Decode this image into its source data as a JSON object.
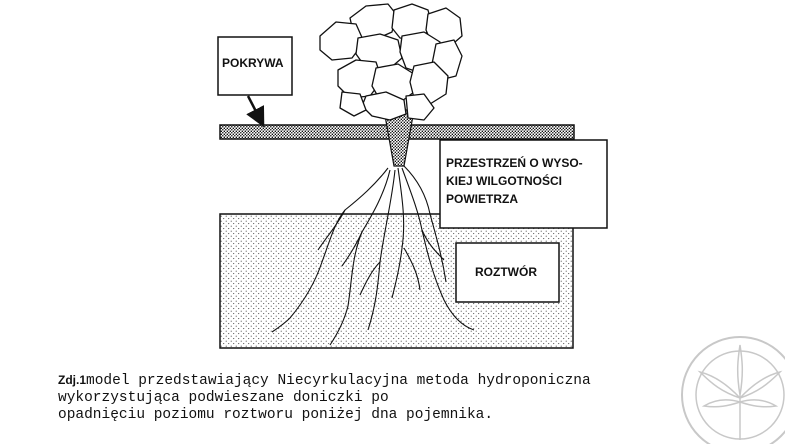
{
  "labels": {
    "lid": "POKRYWA",
    "humid_line1": "PRZESTRZEŃ O WYSO-",
    "humid_line2": "KIEJ WILGOTNOŚCI",
    "humid_line3": "POWIETRZA",
    "solution": "ROZTWÓR"
  },
  "caption": {
    "number": "Zdj.1",
    "line1": "model przedstawiający Niecyrkulacyjna metoda hydroponiczna",
    "line2": "wykorzystująca podwieszane doniczki po",
    "line3": "opadnięciu poziomu roztworu poniżej dna pojemnika."
  },
  "colors": {
    "ink": "#111111",
    "watermark": "#c8c8c8"
  },
  "icons": {
    "watermark": "cannabis-leaf-seal-watermark"
  }
}
